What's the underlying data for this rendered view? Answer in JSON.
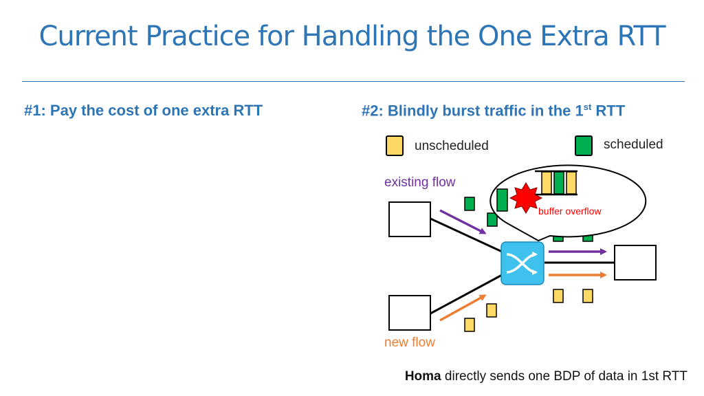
{
  "title": "Current Practice for Handling the One Extra RTT",
  "left": {
    "heading": "#1: Pay the cost of one extra RTT"
  },
  "right": {
    "heading_pre": "#2: Blindly burst traffic in the 1",
    "heading_sup": "st",
    "heading_post": " RTT"
  },
  "legend": {
    "unscheduled": "unscheduled",
    "scheduled": "scheduled"
  },
  "labels": {
    "existing_flow": "existing flow",
    "new_flow": "new flow",
    "buffer_overflow": "buffer overflow"
  },
  "footer": {
    "bold": "Homa",
    "rest": " directly sends one BDP of data in 1st RTT"
  },
  "colors": {
    "title": "#2e75b6",
    "unscheduled": "#ffd966",
    "scheduled": "#00b050",
    "existing_flow": "#7030a0",
    "new_flow": "#ed7d31",
    "switch": "#3fc1ee",
    "burst": "#ff0000"
  }
}
